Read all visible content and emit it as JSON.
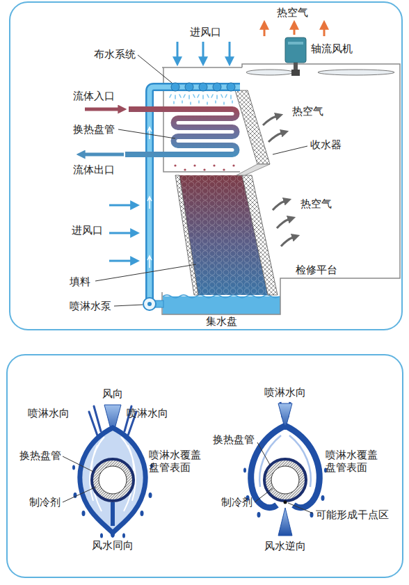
{
  "diagram": {
    "labels": [
      "进风口",
      "热空气",
      "布水系统",
      "轴流风机",
      "流体入口",
      "热空气",
      "换热盘管",
      "收水器",
      "流体出口",
      "热空气",
      "进风口",
      "检修平台",
      "填料",
      "喷淋水泵",
      "集水盘",
      "风向",
      "喷淋水向",
      "喷淋水向",
      "换热盘管",
      "喷淋水覆盖 盘管表面",
      "制冷剂",
      "风水同向",
      "喷淋水向",
      "换热盘管",
      "喷淋水覆盖 盘管表面",
      "制冷剂",
      "可能形成干点区",
      "风水逆向"
    ]
  }
}
